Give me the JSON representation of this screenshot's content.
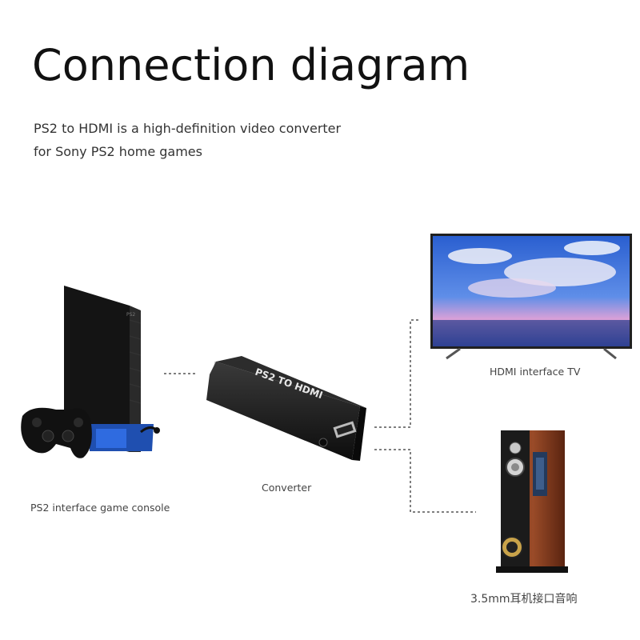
{
  "header": {
    "title": "Connection diagram",
    "subtitle_line1": "PS2 to HDMI is a high-definition video converter",
    "subtitle_line2": "for Sony PS2 home games"
  },
  "converter": {
    "device_text": "PS2 TO HDMI",
    "label": "Converter"
  },
  "console": {
    "label": "PS2 interface game console"
  },
  "tv": {
    "label": "HDMI interface TV"
  },
  "speaker": {
    "label": "3.5mm耳机接口音响"
  },
  "colors": {
    "background": "#ffffff",
    "text": "#111111",
    "device_black": "#1a1a1a",
    "speaker_wood": "#8a3f22",
    "tv_screen_sky": "#3a6fd8",
    "dotted_line": "#555555"
  }
}
